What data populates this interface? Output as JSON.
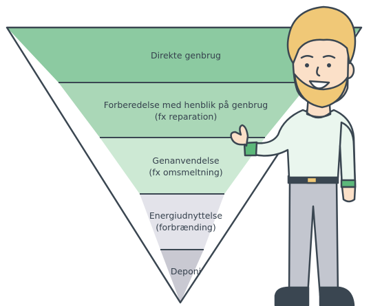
{
  "pyramid": {
    "levels": [
      {
        "lines": [
          "Direkte genbrug"
        ],
        "color": "#8ccaa1"
      },
      {
        "lines": [
          "Forberedelse med henblik på genbrug",
          "(fx reparation)"
        ],
        "color": "#aad7b7"
      },
      {
        "lines": [
          "Genanvendelse",
          "(fx omsmeltning)"
        ],
        "color": "#cde9d4"
      },
      {
        "lines": [
          "Energiudnyttelse",
          "(forbrænding)"
        ],
        "color": "#e3e3ea"
      },
      {
        "lines": [
          "Deponi"
        ],
        "color": "#c9c9d2"
      }
    ],
    "outline_color": "#3a4651"
  },
  "character": {
    "shirt_color": "#eaf6ee",
    "hair_color": "#f0c877",
    "skin_color": "#fbe0c8",
    "pants_color": "#c3c6cf",
    "shoe_color": "#3a4651",
    "cuff_color": "#5cb87a"
  }
}
